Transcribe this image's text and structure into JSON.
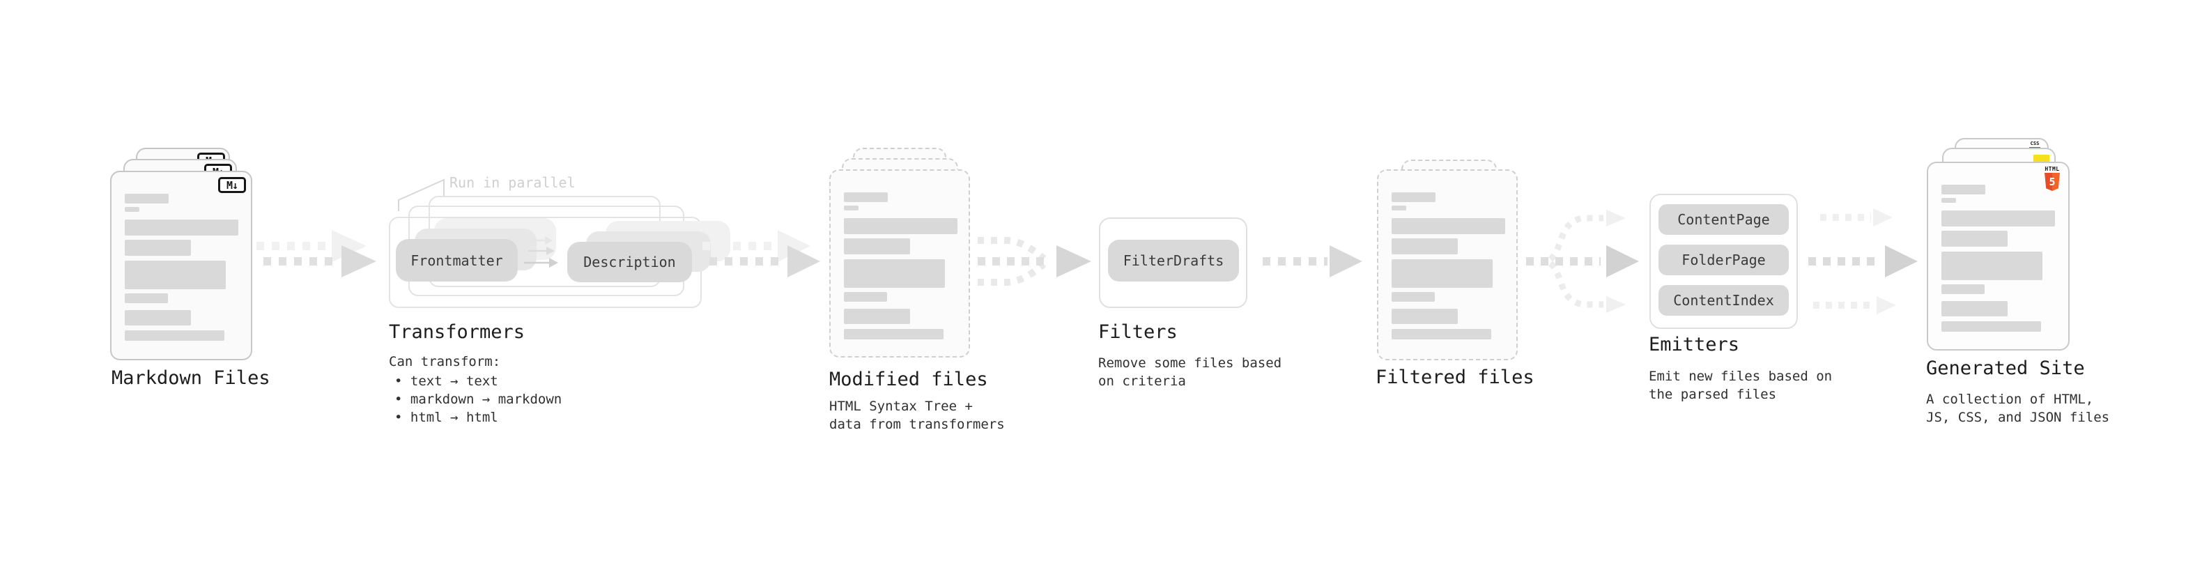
{
  "stages": {
    "markdown_files": {
      "title": "Markdown Files",
      "badge_label": "M↓"
    },
    "transformers": {
      "title": "Transformers",
      "note": "Run in parallel",
      "pill_left": "Frontmatter",
      "pill_right": "Description",
      "subtitle_heading": "Can transform:",
      "bullets": [
        "• text → text",
        "• markdown → markdown",
        "• html → html"
      ]
    },
    "modified_files": {
      "title": "Modified files",
      "subtitle_line1": "HTML Syntax Tree +",
      "subtitle_line2": "data from transformers"
    },
    "filters": {
      "title": "Filters",
      "pill": "FilterDrafts",
      "subtitle_line1": "Remove some files based",
      "subtitle_line2": "on criteria"
    },
    "filtered_files": {
      "title": "Filtered files"
    },
    "emitters": {
      "title": "Emitters",
      "pills": [
        "ContentPage",
        "FolderPage",
        "ContentIndex"
      ],
      "subtitle_line1": "Emit new files based on",
      "subtitle_line2": "the parsed files"
    },
    "generated_site": {
      "title": "Generated Site",
      "subtitle_line1": "A collection of HTML,",
      "subtitle_line2": "JS, CSS, and JSON files",
      "badge_css": "CSS",
      "badge_html": "HTML",
      "badge_html5_number": "5"
    }
  },
  "colors": {
    "html5_orange": "#e44d26",
    "js_yellow": "#f7df1e",
    "css_blue": "#2965f1",
    "doc_border": "#c6c6c6",
    "placeholder_bar": "#d9d9d9",
    "pill_gray": "#d9d9d9",
    "arrow_gray": "#dedede",
    "arrow_light": "#efefef"
  }
}
